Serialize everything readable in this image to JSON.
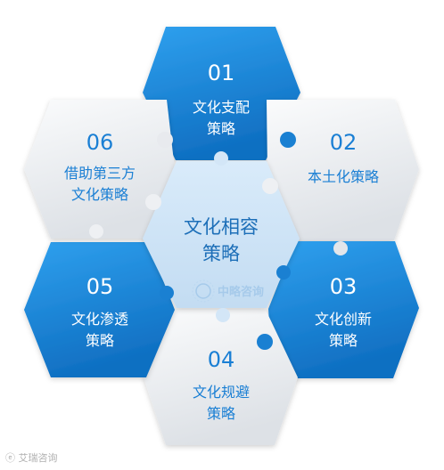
{
  "diagram": {
    "center": {
      "label_line1": "文化相容",
      "label_line2": "策略"
    },
    "segments": [
      {
        "number": "01",
        "line1": "文化支配",
        "line2": "策略",
        "style": "blue"
      },
      {
        "number": "02",
        "line1": "本土化策略",
        "line2": "",
        "style": "light"
      },
      {
        "number": "03",
        "line1": "文化创新",
        "line2": "策略",
        "style": "blue"
      },
      {
        "number": "04",
        "line1": "文化规避",
        "line2": "策略",
        "style": "light"
      },
      {
        "number": "05",
        "line1": "文化渗透",
        "line2": "策略",
        "style": "blue"
      },
      {
        "number": "06",
        "line1": "借助第三方",
        "line2": "文化策略",
        "style": "light"
      }
    ]
  },
  "watermark": {
    "center_logo": "中略咨询",
    "corner_text": "艾瑞咨询"
  },
  "colors": {
    "blue_dark": "#1478cc",
    "blue_light": "#2a95e6",
    "grey_light": "#f4f5f7",
    "grey_dark": "#dfe2e6",
    "center_fill": "#cfe3f6",
    "blue_text": "#1a7fd4"
  }
}
